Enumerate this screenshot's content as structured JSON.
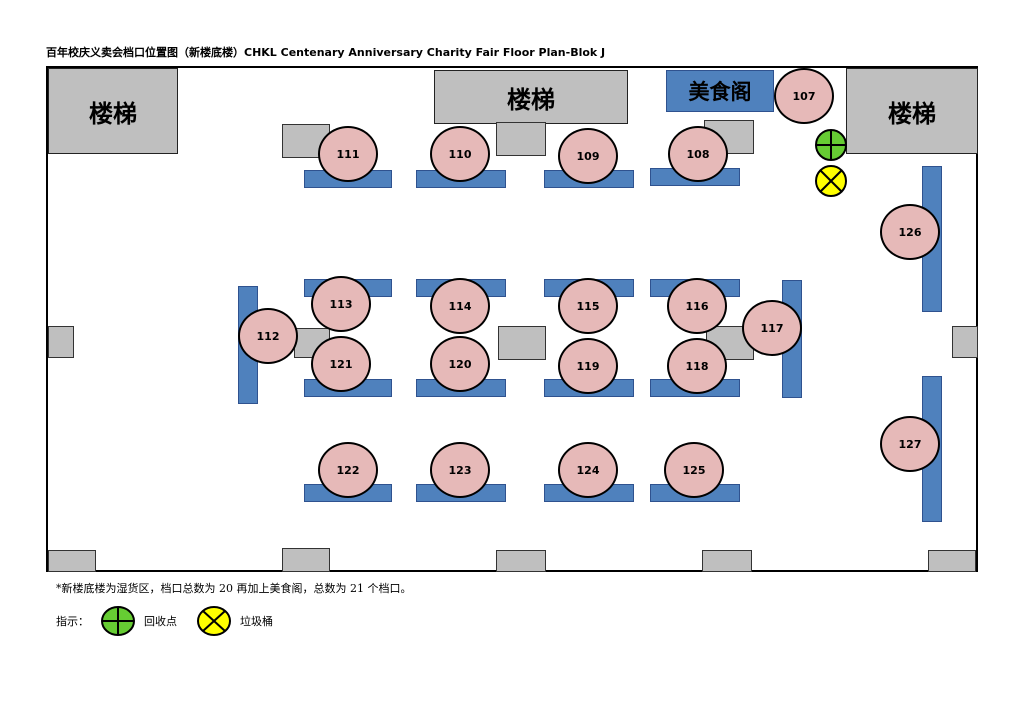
{
  "title": "百年校庆义卖会档口位置图（新楼底楼）CHKL Centenary Anniversary Charity Fair Floor Plan-Blok J",
  "stairs": {
    "label": "楼梯"
  },
  "food_court": {
    "label": "美食阁"
  },
  "booths": {
    "b107": "107",
    "b108": "108",
    "b109": "109",
    "b110": "110",
    "b111": "111",
    "b112": "112",
    "b113": "113",
    "b114": "114",
    "b115": "115",
    "b116": "116",
    "b117": "117",
    "b118": "118",
    "b119": "119",
    "b120": "120",
    "b121": "121",
    "b122": "122",
    "b123": "123",
    "b124": "124",
    "b125": "125",
    "b126": "126",
    "b127": "127"
  },
  "note": "*新楼底楼为湿货区，档口总数为 20 再加上美食阁，总数为 21 个档口。",
  "legend": {
    "label": "指示：",
    "recycle": "回收点",
    "trash": "垃圾桶",
    "recycle_color": "#66cc33",
    "trash_color": "#ffff00"
  },
  "colors": {
    "booth": "#e6b9b8",
    "table": "#4f81bd",
    "grey_block": "#bfbfbf"
  }
}
